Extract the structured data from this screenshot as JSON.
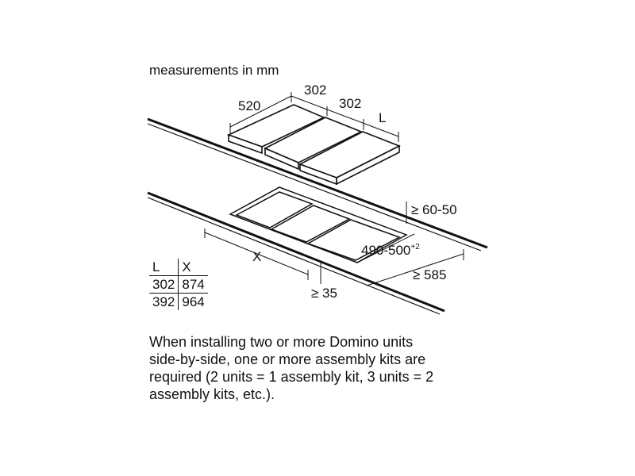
{
  "title": "measurements in mm",
  "top_dims": {
    "depth": "520",
    "width_1": "302",
    "width_2": "302",
    "width_L": "L"
  },
  "cutout_dims": {
    "clearance_back": "≥ 60-50",
    "cutout_depth": "490-500",
    "cutout_depth_sup": "+2",
    "counter_depth": "≥ 585",
    "cutout_width": "X",
    "clearance_front": "≥ 35"
  },
  "table": {
    "headers": [
      "L",
      "X"
    ],
    "rows": [
      [
        "302",
        "874"
      ],
      [
        "392",
        "964"
      ]
    ]
  },
  "note_lines": [
    "When installing two or more Domino units",
    "side-by-side, one or more assembly kits are",
    "required (2 units = 1 assembly kit, 3 units = 2",
    "assembly kits, etc.)."
  ]
}
